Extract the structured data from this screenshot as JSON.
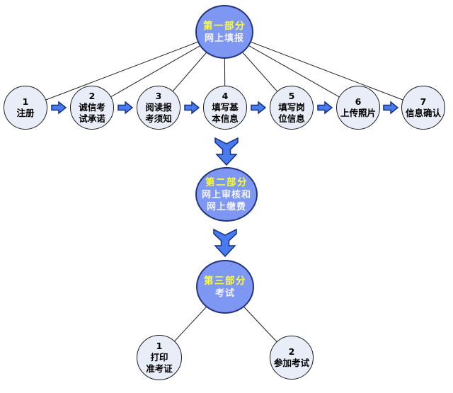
{
  "palette": {
    "big_circle_fill": "#7d97f2",
    "big_circle_border": "#25347e",
    "small_circle_fill": "#e9edf7",
    "small_circle_border": "#1b1b1b",
    "arrow_fill": "#4a7af0",
    "arrow_border": "#13307c",
    "part_title_color": "#ffff33",
    "part_body_color": "#f4f4ff",
    "line_color": "#1a1a1a"
  },
  "icons": {
    "step_arrow": "right-block-arrow",
    "flow_arrow": "double-chevron-down-arrow"
  },
  "part1": {
    "title": "第一部分",
    "lines": [
      "网上填报"
    ]
  },
  "part1_steps": [
    {
      "num": "1",
      "lines": [
        "注册"
      ]
    },
    {
      "num": "2",
      "lines": [
        "诚信考",
        "试承诺"
      ]
    },
    {
      "num": "3",
      "lines": [
        "阅读报",
        "考须知"
      ]
    },
    {
      "num": "4",
      "lines": [
        "填写基",
        "本信息"
      ]
    },
    {
      "num": "5",
      "lines": [
        "填写岗",
        "位信息"
      ]
    },
    {
      "num": "6",
      "lines": [
        "上传照片"
      ]
    },
    {
      "num": "7",
      "lines": [
        "信息确认"
      ]
    }
  ],
  "part2": {
    "title": "第二部分",
    "lines": [
      "网上审核和",
      "网上缴费"
    ]
  },
  "part3": {
    "title": "第三部分",
    "lines": [
      "考试"
    ]
  },
  "part3_steps": [
    {
      "num": "1",
      "lines": [
        "打印",
        "准考证"
      ]
    },
    {
      "num": "2",
      "lines": [
        "参加考试"
      ]
    }
  ]
}
